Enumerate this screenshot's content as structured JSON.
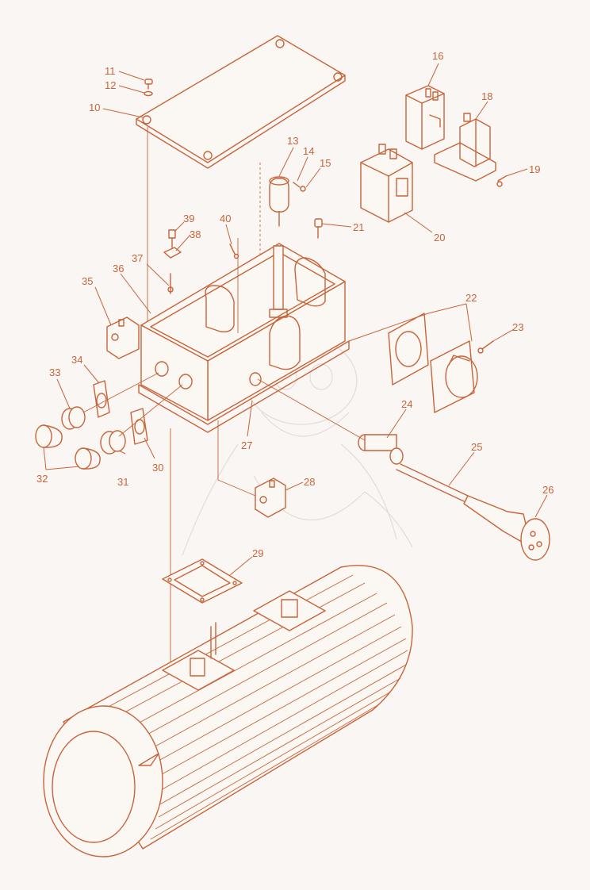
{
  "colors": {
    "line": "#c8643a",
    "background": "#f9f6f3",
    "watermark": "#e4dcd6"
  },
  "diagram": {
    "type": "exploded-parts-view",
    "callouts": [
      {
        "id": "c10",
        "label": "10"
      },
      {
        "id": "c11",
        "label": "11"
      },
      {
        "id": "c12",
        "label": "12"
      },
      {
        "id": "c13",
        "label": "13"
      },
      {
        "id": "c14",
        "label": "14"
      },
      {
        "id": "c15",
        "label": "15"
      },
      {
        "id": "c16",
        "label": "16"
      },
      {
        "id": "c18",
        "label": "18"
      },
      {
        "id": "c19",
        "label": "19"
      },
      {
        "id": "c20",
        "label": "20"
      },
      {
        "id": "c21",
        "label": "21"
      },
      {
        "id": "c22",
        "label": "22"
      },
      {
        "id": "c23",
        "label": "23"
      },
      {
        "id": "c24",
        "label": "24"
      },
      {
        "id": "c25",
        "label": "25"
      },
      {
        "id": "c26",
        "label": "26"
      },
      {
        "id": "c27",
        "label": "27"
      },
      {
        "id": "c28",
        "label": "28"
      },
      {
        "id": "c29",
        "label": "29"
      },
      {
        "id": "c30",
        "label": "30"
      },
      {
        "id": "c31",
        "label": "31"
      },
      {
        "id": "c32",
        "label": "32"
      },
      {
        "id": "c33",
        "label": "33"
      },
      {
        "id": "c34",
        "label": "34"
      },
      {
        "id": "c35",
        "label": "35"
      },
      {
        "id": "c36",
        "label": "36"
      },
      {
        "id": "c37",
        "label": "37"
      },
      {
        "id": "c38",
        "label": "38"
      },
      {
        "id": "c39",
        "label": "39"
      },
      {
        "id": "c40",
        "label": "40"
      }
    ]
  }
}
